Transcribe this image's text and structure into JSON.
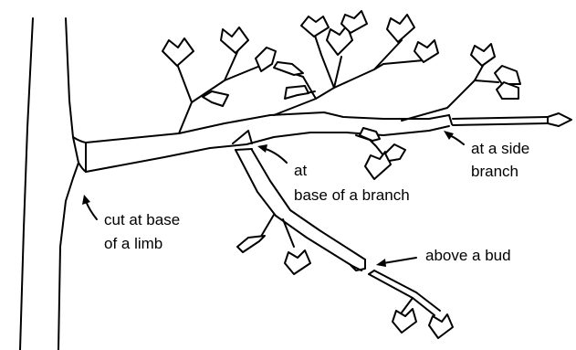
{
  "labels": {
    "side_branch_line1": "at a side",
    "side_branch_line2": "branch",
    "base_branch_line1": "at",
    "base_branch_line2": "base of a branch",
    "base_limb_line1": "cut at base",
    "base_limb_line2": "of a limb",
    "above_bud": "above a bud"
  },
  "colors": {
    "stroke": "#000000",
    "background": "#ffffff"
  }
}
